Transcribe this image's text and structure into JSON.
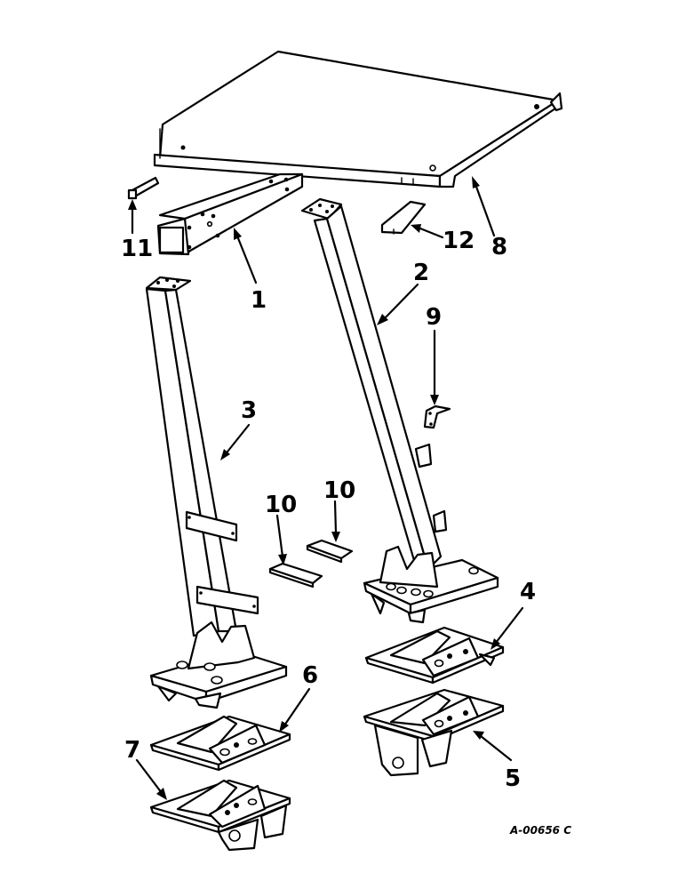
{
  "diagram": {
    "type": "exploded-parts-diagram",
    "drawing_number": "A-00656 C",
    "callouts": [
      {
        "id": "1",
        "label": "1",
        "part": "cross-tube"
      },
      {
        "id": "2",
        "label": "2",
        "part": "right-leg"
      },
      {
        "id": "3",
        "label": "3",
        "part": "left-leg"
      },
      {
        "id": "4",
        "label": "4",
        "part": "foot-bracket-right-upper"
      },
      {
        "id": "5",
        "label": "5",
        "part": "foot-bracket-right-lower"
      },
      {
        "id": "6",
        "label": "6",
        "part": "foot-bracket-left-upper"
      },
      {
        "id": "7",
        "label": "7",
        "part": "foot-bracket-left-lower"
      },
      {
        "id": "8",
        "label": "8",
        "part": "top-plate"
      },
      {
        "id": "9",
        "label": "9",
        "part": "small-bracket"
      },
      {
        "id": "10a",
        "label": "10",
        "part": "shim-plate-left"
      },
      {
        "id": "10b",
        "label": "10",
        "part": "shim-plate-right"
      },
      {
        "id": "11",
        "label": "11",
        "part": "pin-clip"
      },
      {
        "id": "12",
        "label": "12",
        "part": "angle-bracket"
      }
    ],
    "colors": {
      "line": "#000000",
      "background": "#ffffff"
    }
  }
}
